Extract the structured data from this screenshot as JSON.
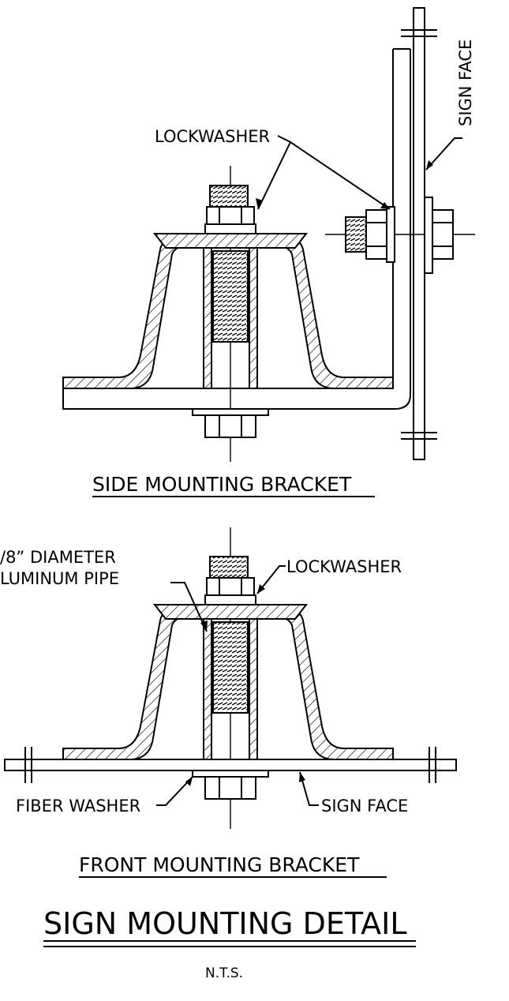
{
  "side_view": {
    "caption": "SIDE MOUNTING BRACKET",
    "lockwasher_label": "LOCKWASHER",
    "sign_face_label": "SIGN FACE"
  },
  "front_view": {
    "caption": "FRONT MOUNTING BRACKET",
    "pipe_label_line1": "/8” DIAMETER",
    "pipe_label_line2": "LUMINUM PIPE",
    "lockwasher_label": "LOCKWASHER",
    "fiber_washer_label": "FIBER WASHER",
    "sign_face_label": "SIGN FACE"
  },
  "title": "SIGN MOUNTING DETAIL",
  "scale_note": "N.T.S."
}
